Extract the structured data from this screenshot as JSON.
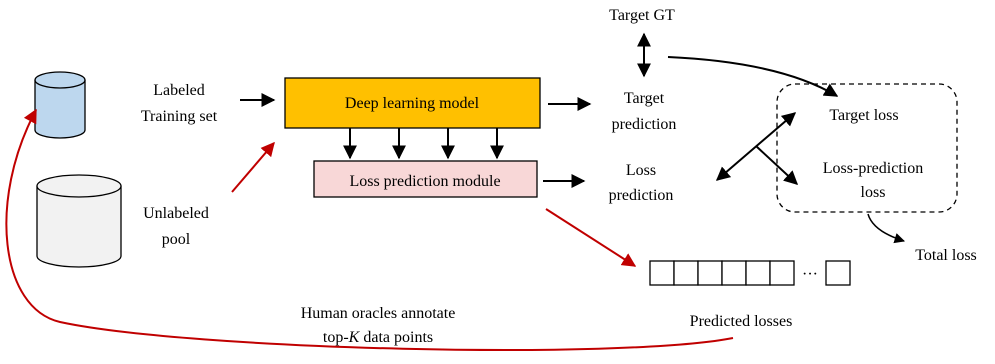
{
  "labels": {
    "target_gt": "Target GT",
    "labeled_line1": "Labeled",
    "labeled_line2": "Training set",
    "deep_model": "Deep learning model",
    "target_pred_line1": "Target",
    "target_pred_line2": "prediction",
    "target_loss": "Target loss",
    "loss_pred_module": "Loss prediction module",
    "loss_pred_line1": "Loss",
    "loss_pred_line2": "prediction",
    "lp_loss_line1": "Loss-prediction",
    "lp_loss_line2": "loss",
    "unlabeled_line1": "Unlabeled",
    "unlabeled_line2": "pool",
    "total_loss": "Total loss",
    "ellipsis": "···",
    "human_line1": "Human oracles annotate",
    "human_line2_prefix": "top-",
    "human_line2_k": "K",
    "human_line2_suffix": " data points",
    "predicted_losses": "Predicted losses"
  },
  "colors": {
    "deep_model_fill": "#FFC000",
    "loss_module_fill": "#F8D7D7",
    "labeled_db_fill": "#BDD7EE",
    "unlabeled_db_fill": "#F2F2F2",
    "red_arrow": "#C00000",
    "black": "#000000"
  }
}
